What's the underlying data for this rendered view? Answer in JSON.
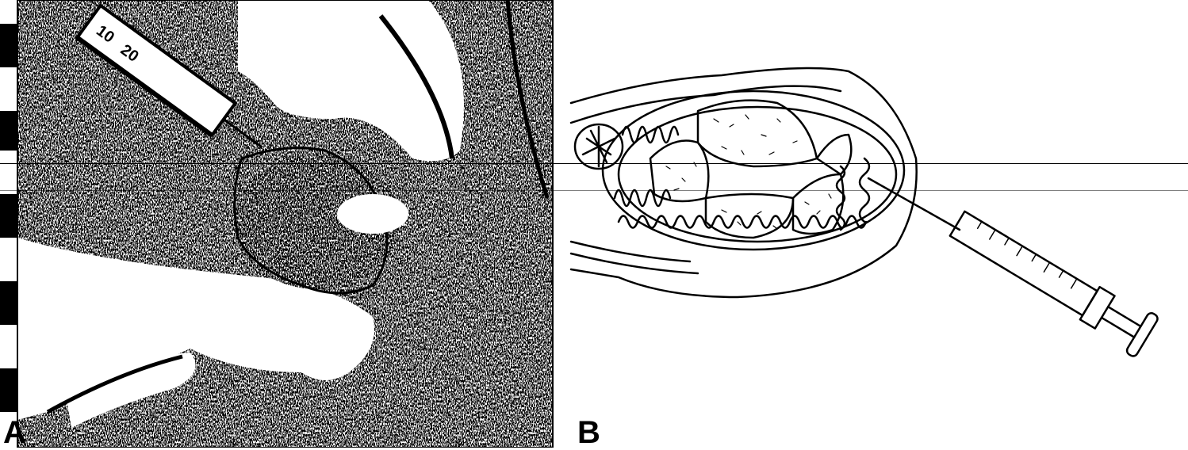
{
  "figure": {
    "panels": [
      {
        "label": "A",
        "icon": "photo-syringe-injection-icon"
      },
      {
        "label": "B",
        "icon": "cross-section-syringe-injection-icon"
      }
    ],
    "syringe_markings": [
      "10",
      "20"
    ]
  }
}
